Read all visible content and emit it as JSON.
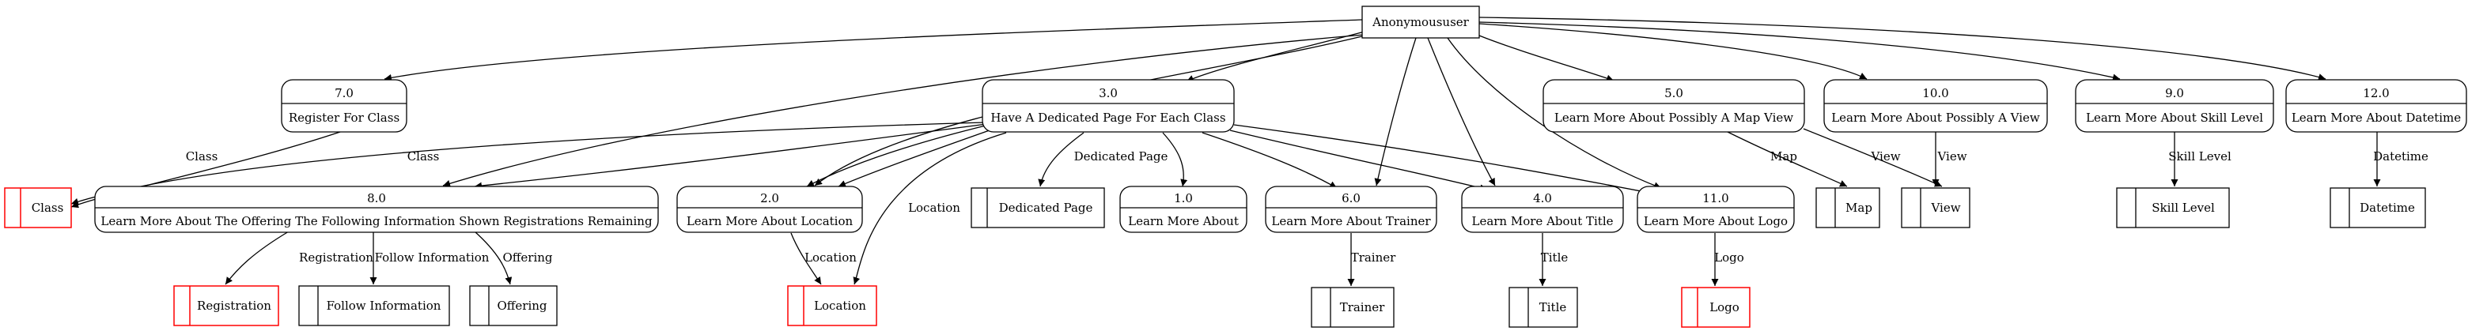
{
  "diagram": {
    "actor": {
      "id": "actor",
      "label": "Anonymoususer"
    },
    "processes": [
      {
        "id": "p7",
        "number": "7.0",
        "label": "Register For Class"
      },
      {
        "id": "p3",
        "number": "3.0",
        "label": "Have A Dedicated Page For Each Class"
      },
      {
        "id": "p5",
        "number": "5.0",
        "label": "Learn More About Possibly A Map View"
      },
      {
        "id": "p10",
        "number": "10.0",
        "label": "Learn More About Possibly A View"
      },
      {
        "id": "p9",
        "number": "9.0",
        "label": "Learn More About Skill Level"
      },
      {
        "id": "p12",
        "number": "12.0",
        "label": "Learn More About Datetime"
      },
      {
        "id": "p8",
        "number": "8.0",
        "label": "Learn More About The Offering The Following Information Shown Registrations Remaining"
      },
      {
        "id": "p2",
        "number": "2.0",
        "label": "Learn More About Location"
      },
      {
        "id": "p1",
        "number": "1.0",
        "label": "Learn More About"
      },
      {
        "id": "p6",
        "number": "6.0",
        "label": "Learn More About Trainer"
      },
      {
        "id": "p4",
        "number": "4.0",
        "label": "Learn More About Title"
      },
      {
        "id": "p11",
        "number": "11.0",
        "label": "Learn More About Logo"
      }
    ],
    "stores": [
      {
        "id": "s_class",
        "label": "Class",
        "color": "#ff0000"
      },
      {
        "id": "s_dp",
        "label": "Dedicated Page",
        "color": "#000000"
      },
      {
        "id": "s_map",
        "label": "Map",
        "color": "#000000"
      },
      {
        "id": "s_view",
        "label": "View",
        "color": "#000000"
      },
      {
        "id": "s_skill",
        "label": "Skill Level",
        "color": "#000000"
      },
      {
        "id": "s_dt",
        "label": "Datetime",
        "color": "#000000"
      },
      {
        "id": "s_reg",
        "label": "Registration",
        "color": "#ff0000"
      },
      {
        "id": "s_follow",
        "label": "Follow Information",
        "color": "#000000"
      },
      {
        "id": "s_off",
        "label": "Offering",
        "color": "#000000"
      },
      {
        "id": "s_loc",
        "label": "Location",
        "color": "#ff0000"
      },
      {
        "id": "s_trainer",
        "label": "Trainer",
        "color": "#000000"
      },
      {
        "id": "s_title",
        "label": "Title",
        "color": "#000000"
      },
      {
        "id": "s_logo",
        "label": "Logo",
        "color": "#ff0000"
      }
    ],
    "edge_labels": {
      "p7_class": "Class",
      "p3_class": "Class",
      "p3_dp": "Dedicated Page",
      "p3_loc": "Location",
      "p5_map": "Map",
      "p5_view": "View",
      "p10_view": "View",
      "p9_skill": "Skill Level",
      "p12_dt": "Datetime",
      "p8_reg": "Registration",
      "p8_follow": "Follow Information",
      "p8_off": "Offering",
      "p2_loc": "Location",
      "p6_trainer": "Trainer",
      "p4_title": "Title",
      "p11_logo": "Logo"
    },
    "colors": {
      "line": "#000000",
      "red_store": "#ff0000"
    }
  }
}
